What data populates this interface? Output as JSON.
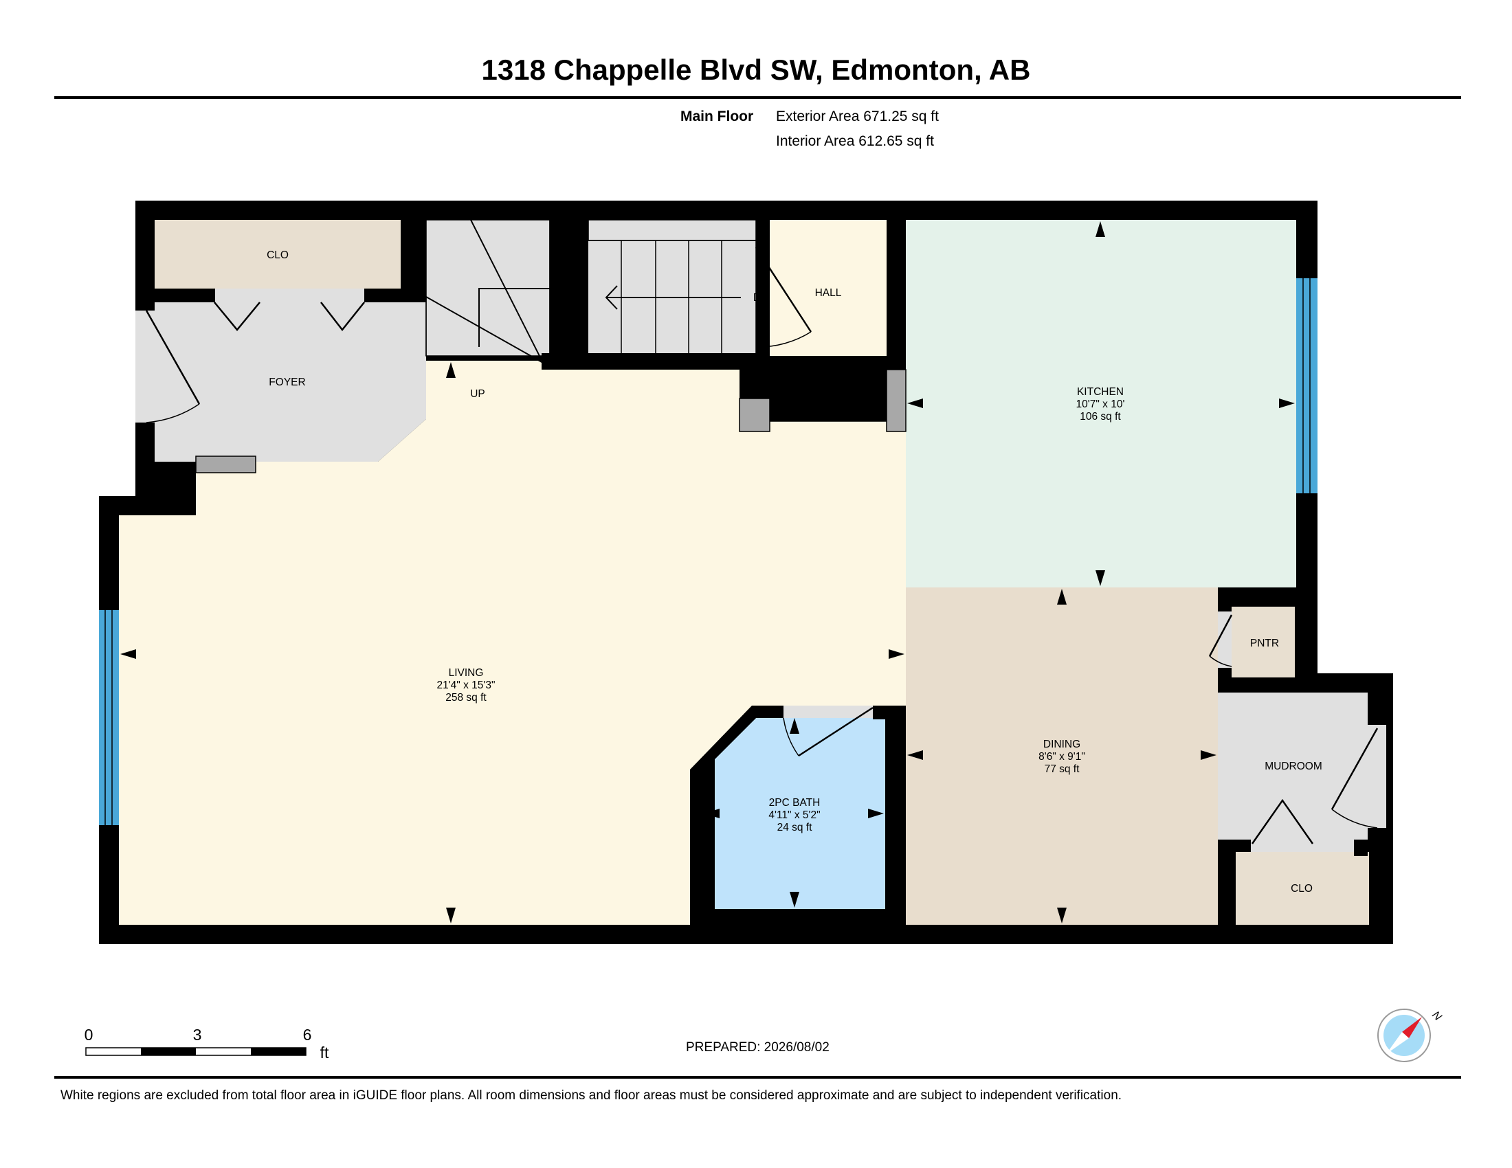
{
  "header": {
    "title": "1318 Chappelle Blvd SW, Edmonton, AB",
    "floor": "Main Floor",
    "exterior_area": "Exterior Area 671.25 sq ft",
    "interior_area": "Interior Area 612.65 sq ft"
  },
  "rooms": {
    "clo_foyer": "CLO",
    "foyer": "FOYER",
    "up": "UP",
    "dn": "DN",
    "hall": "HALL",
    "kitchen": {
      "name": "KITCHEN",
      "dims": "10'7\" x 10'",
      "area": "106 sq ft"
    },
    "living": {
      "name": "LIVING",
      "dims": "21'4\" x 15'3\"",
      "area": "258 sq ft"
    },
    "bath": {
      "name": "2PC BATH",
      "dims": "4'11\" x 5'2\"",
      "area": "24 sq ft"
    },
    "dining": {
      "name": "DINING",
      "dims": "8'6\" x 9'1\"",
      "area": "77 sq ft"
    },
    "pantry": "PNTR",
    "mudroom": "MUDROOM",
    "clo_mudroom": "CLO"
  },
  "scale_bar": {
    "ticks": [
      "0",
      "3",
      "6"
    ],
    "unit": "ft"
  },
  "compass": {
    "label": "N"
  },
  "footer": {
    "prepared": "PREPARED: 2026/08/02",
    "disclaimer": "White regions are excluded from total floor area in iGUIDE floor plans. All room dimensions and floor areas must be considered approximate and are subject to independent verification."
  },
  "colors": {
    "living": "#fdf7e3",
    "kitchen": "#e4f2ea",
    "dining": "#e8ddcd",
    "bath": "#bfe3fb",
    "closet": "#e8dfd0",
    "foyer": "#e0e0e0",
    "window": "#4aa8d8",
    "wall": "#000000",
    "compass_arrow": "#e11d2a",
    "compass_face": "#a6dcf7"
  }
}
